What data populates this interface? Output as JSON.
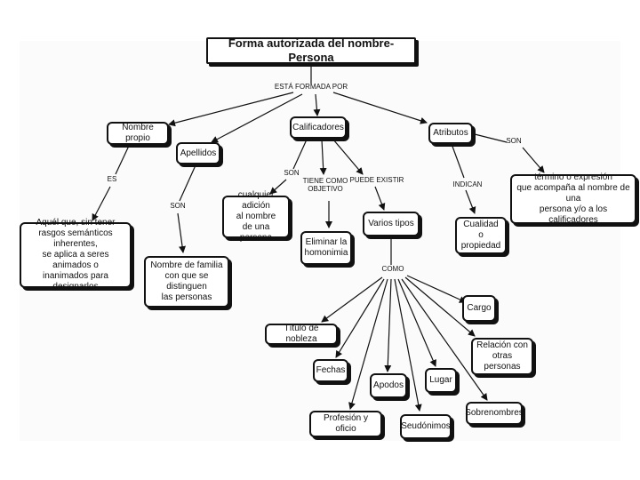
{
  "concept_map": {
    "title": "Forma autorizada del nombre- Persona",
    "nodes": {
      "nombre_propio": "Nombre propio",
      "apellidos": "Apellidos",
      "calificadores": "Calificadores",
      "atributos": "Atributos",
      "aquel_que": "Aquél que, sin tener\nrasgos semánticos inherentes,\nse aplica a seres animados o\ninanimados para designarlos",
      "nombre_familia": "Nombre de familia\ncon que se distinguen\nlas personas",
      "cualquier_adicion": "cualquier adición\nal nombre\nde una  persona",
      "eliminar": "Eliminar la\nhomonimia",
      "varios_tipos": "Varios tipos",
      "cualidad": "Cualidad o\npropiedad",
      "termino": "término o expresión\nque acompaña al nombre de una\npersona y/o a los calificadores",
      "titulo": "Título de nobleza",
      "fechas": "Fechas",
      "profesion": "Profesión y oficio",
      "apodos": "Apodos",
      "seudonimos": "Seudónimos",
      "lugar": "Lugar",
      "sobrenombres": "Sobrenombres",
      "relacion": "Relación con\notras personas",
      "cargo": "Cargo"
    },
    "links": {
      "esta_formada_por": "ESTÁ FORMADA POR",
      "es": "ES",
      "son_apellidos": "SON",
      "son_calificadores": "SON",
      "tiene_como_objetivo": "TIENE COMO\nOBJETIVO",
      "puede_existir": "PUEDE EXISTIR",
      "indican": "INDICAN",
      "son_atributos": "SON",
      "como": "COMO"
    }
  }
}
